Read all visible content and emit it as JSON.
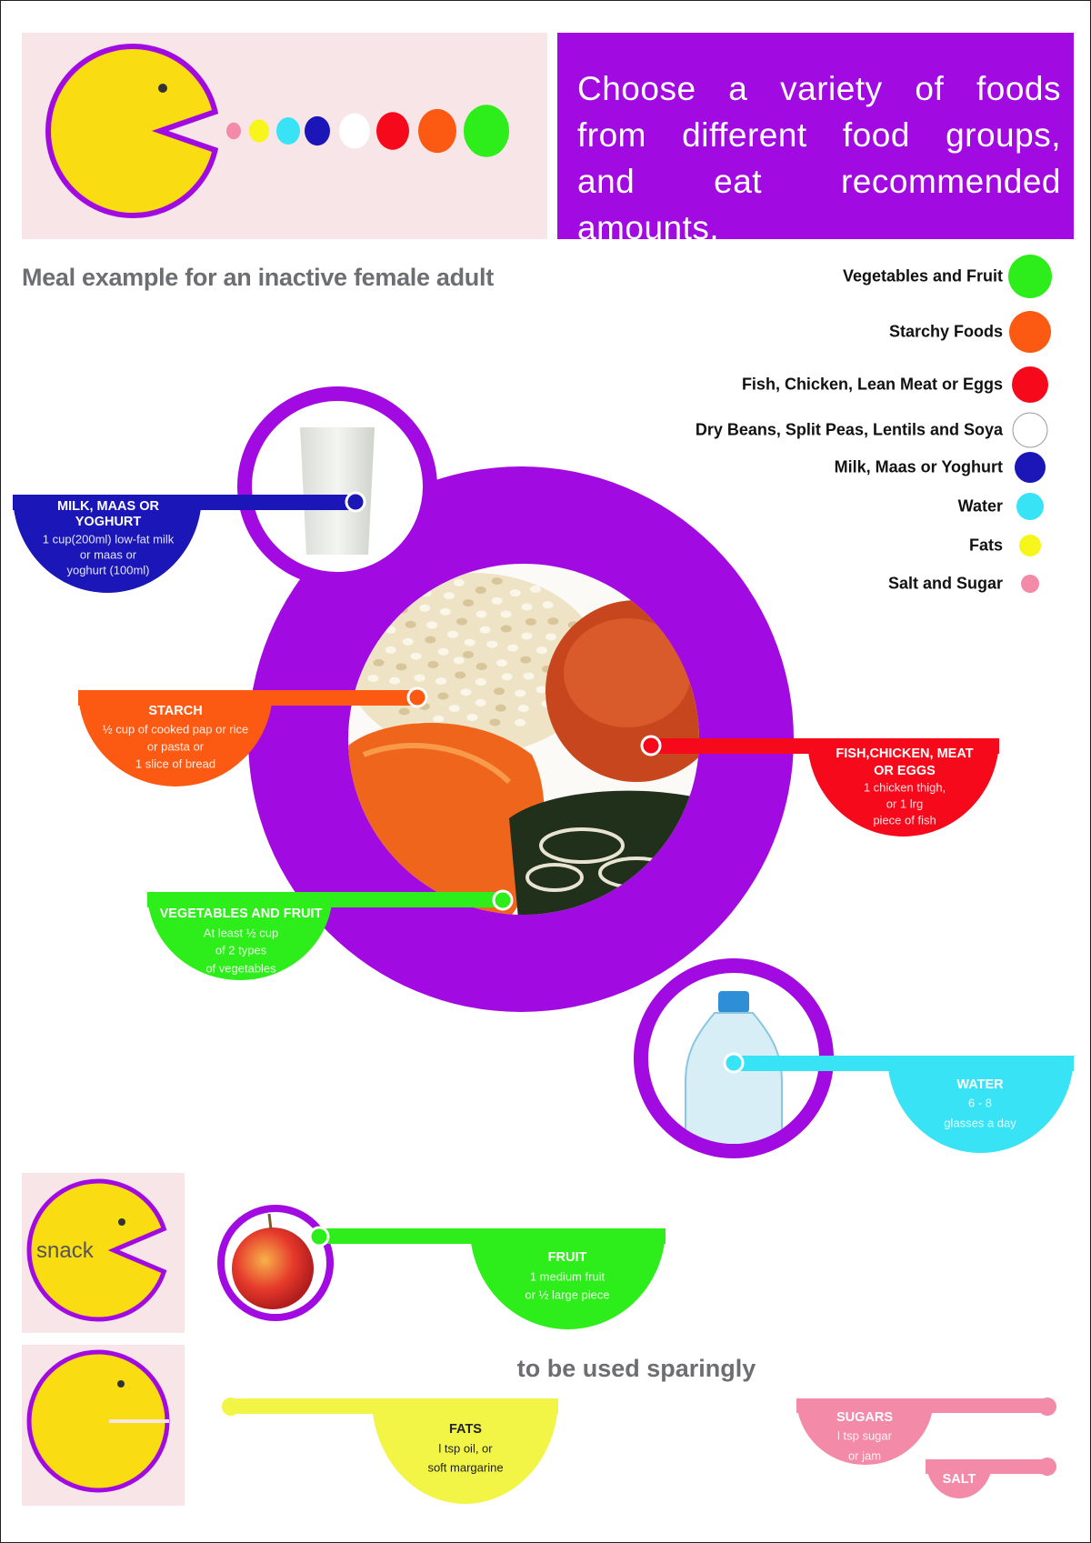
{
  "header": {
    "title_lines": [
      "Choose a variety of foods",
      "from different food groups,",
      "and eat recommended amounts."
    ]
  },
  "subtitle": "Meal example for an inactive female adult",
  "legend": [
    {
      "label": "Vegetables and Fruit",
      "color": "#2ded1a"
    },
    {
      "label": "Starchy Foods",
      "color": "#fc5a12"
    },
    {
      "label": "Fish, Chicken, Lean Meat or Eggs",
      "color": "#f5091a"
    },
    {
      "label": "Dry Beans, Split Peas, Lentils and Soya",
      "color": "#ffffff"
    },
    {
      "label": "Milk, Maas or Yoghurt",
      "color": "#1a16b8"
    },
    {
      "label": "Water",
      "color": "#37e3f5"
    },
    {
      "label": "Fats",
      "color": "#f6f51c"
    },
    {
      "label": "Salt and Sugar",
      "color": "#f28aa8"
    }
  ],
  "callouts": {
    "milk": {
      "title": [
        "MILK, MAAS OR",
        "YOGHURT"
      ],
      "desc": [
        "1 cup(200ml) low-fat milk",
        "or maas or",
        "yoghurt (100ml)"
      ],
      "color": "#1a16b8"
    },
    "starch": {
      "title": [
        "STARCH"
      ],
      "desc": [
        "½ cup of cooked pap or rice",
        "or pasta or",
        "1 slice of bread"
      ],
      "color": "#fc5a12"
    },
    "fish": {
      "title": [
        "FISH,CHICKEN, MEAT",
        "OR EGGS"
      ],
      "desc": [
        "1 chicken thigh,",
        "or 1 lrg",
        "piece of fish"
      ],
      "color": "#f5091a"
    },
    "veg": {
      "title": [
        "VEGETABLES AND FRUIT"
      ],
      "desc": [
        "At least ½ cup",
        "of 2 types",
        "of vegetables"
      ],
      "color": "#2ded1a"
    },
    "water": {
      "title": [
        "WATER"
      ],
      "desc": [
        "6 - 8",
        "glasses a day"
      ],
      "color": "#37e3f5"
    },
    "fruit": {
      "title": [
        "FRUIT"
      ],
      "desc": [
        "1 medium fruit",
        "or ½ large piece"
      ],
      "color": "#2ded1a"
    },
    "fats": {
      "title": [
        "FATS"
      ],
      "desc": [
        "l tsp oil, or",
        "soft margarine"
      ],
      "color": "#f2f545"
    },
    "sugars": {
      "title": [
        "SUGARS"
      ],
      "desc": [
        "l tsp sugar",
        "or jam"
      ],
      "color": "#f28aa8"
    },
    "salt": {
      "title": [
        "SALT"
      ],
      "desc": [],
      "color": "#f28aa8"
    }
  },
  "snack_label": "snack",
  "sparingly": "to be used sparingly",
  "colors": {
    "purple": "#a10ae0",
    "pacman_yellow": "#f9dc12",
    "panel_pink": "#f7e5e8",
    "gray_text": "#6d6e71"
  }
}
